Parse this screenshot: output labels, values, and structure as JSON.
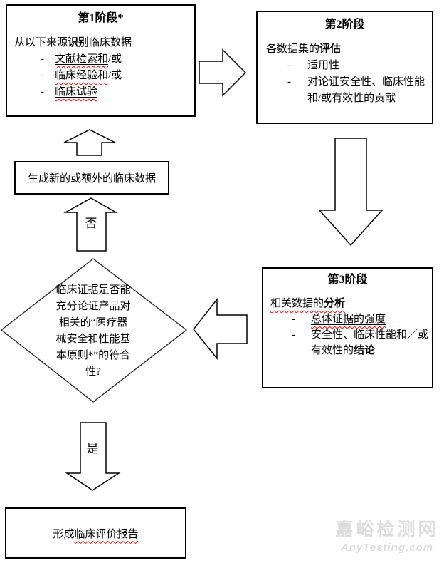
{
  "colors": {
    "line": "#000000",
    "background": "#ffffff",
    "squiggle": "#ff0000",
    "watermark": "#dcdcdc"
  },
  "stage1": {
    "title": "第1阶段*",
    "intro": {
      "pre": "从以下来源",
      "bold": "识别",
      "post": "临床数据"
    },
    "bullet": "-",
    "items": [
      {
        "u": "文献检索和",
        "rest": "/或"
      },
      {
        "u": "临床经验和",
        "rest": "/或"
      },
      {
        "u": "临床试验",
        "rest": ""
      }
    ]
  },
  "stage2": {
    "title": "第2阶段",
    "intro": {
      "pre": "各数据集的",
      "bold": "评估",
      "post": ""
    },
    "bullet": "-",
    "items": [
      {
        "text": "适用性"
      },
      {
        "text": "对论证安全性、临床性能和/或有效性的贡献"
      }
    ]
  },
  "stage3": {
    "title": "第3阶段",
    "intro": {
      "pre": "相关数据的",
      "bold": "分析"
    },
    "bullet": "-",
    "item1": "总体证据的强度",
    "item2": {
      "pre": "安全性、临床性能和／或有效性的",
      "bold": "结论"
    }
  },
  "generate_box": {
    "label": "生成新的或额外的临床数据"
  },
  "decision": {
    "text": "临床证据是否能\n充分论证产品对\n相关的“医疗器\n械安全和性能基\n本原则*”的符合\n性?"
  },
  "flow_labels": {
    "no": "否",
    "yes": "是"
  },
  "report_box": {
    "pre": "形成",
    "wavy": "临床评价报告"
  },
  "watermark": {
    "line1": "嘉峪检测网",
    "line2": "AnyTesting.com"
  }
}
